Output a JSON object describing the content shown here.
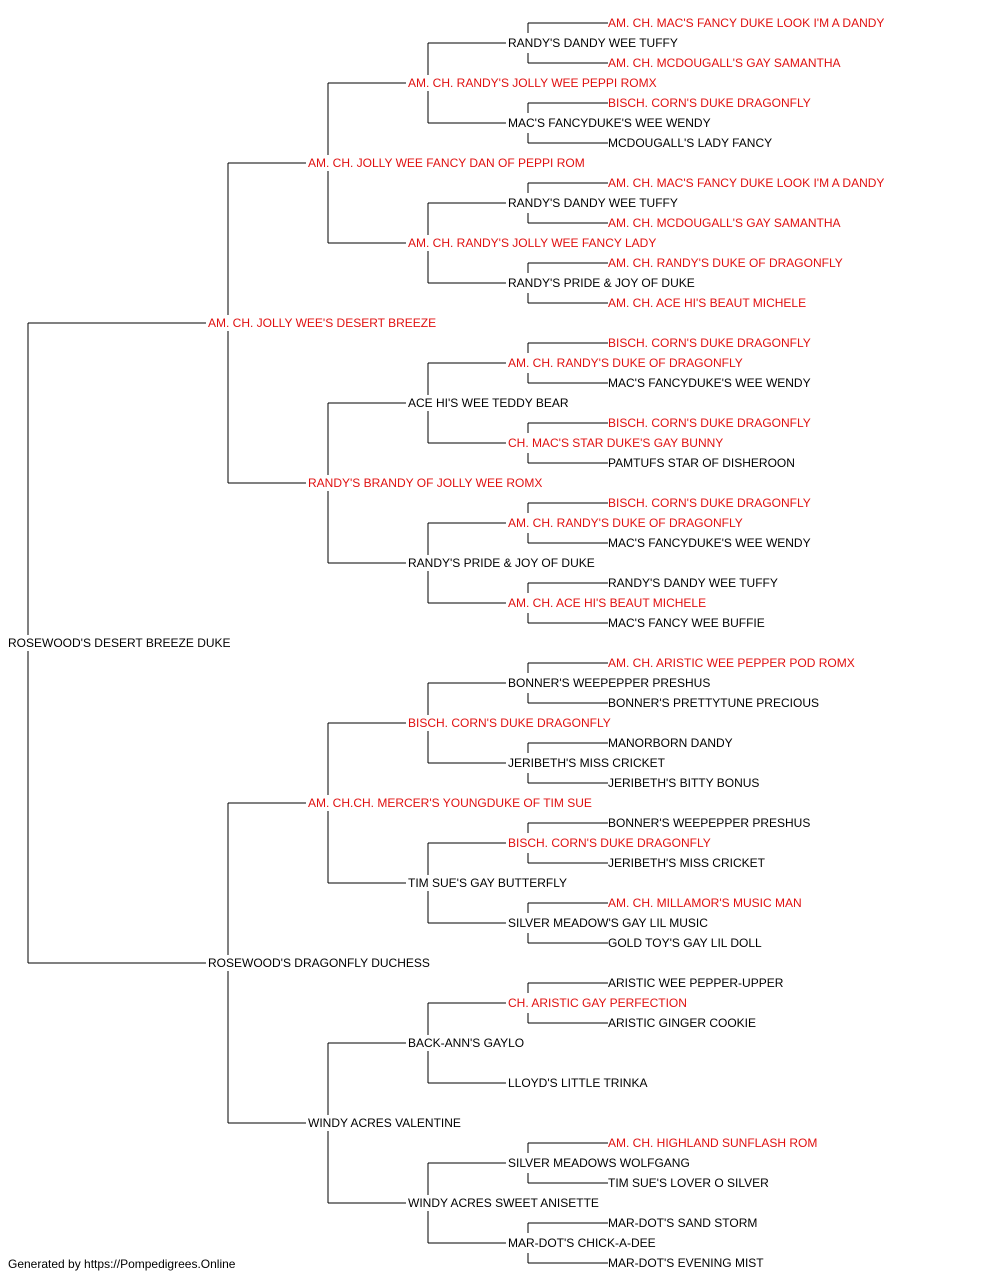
{
  "colors": {
    "champion": "#e01010",
    "normal": "#000000",
    "line": "#000000"
  },
  "pedigree": {
    "name": "ROSEWOOD'S DESERT BREEZE DUKE",
    "champion": false,
    "sire": {
      "name": "AM. CH. JOLLY WEE'S DESERT BREEZE",
      "champion": true,
      "sire": {
        "name": "AM. CH. JOLLY WEE FANCY DAN OF PEPPI ROM",
        "champion": true,
        "sire": {
          "name": "AM. CH. RANDY'S JOLLY WEE PEPPI ROMX",
          "champion": true,
          "sire": {
            "name": "RANDY'S DANDY WEE TUFFY",
            "champion": false,
            "sire": {
              "name": "AM. CH. MAC'S FANCY DUKE LOOK I'M A DANDY",
              "champion": true
            },
            "dam": {
              "name": "AM. CH. MCDOUGALL'S GAY SAMANTHA",
              "champion": true
            }
          },
          "dam": {
            "name": "MAC'S FANCYDUKE'S WEE WENDY",
            "champion": false,
            "sire": {
              "name": "BISCH. CORN'S DUKE DRAGONFLY",
              "champion": true
            },
            "dam": {
              "name": "MCDOUGALL'S LADY FANCY",
              "champion": false
            }
          }
        },
        "dam": {
          "name": "AM. CH. RANDY'S JOLLY WEE FANCY LADY",
          "champion": true,
          "sire": {
            "name": "RANDY'S DANDY WEE TUFFY",
            "champion": false,
            "sire": {
              "name": "AM. CH. MAC'S FANCY DUKE LOOK I'M A DANDY",
              "champion": true
            },
            "dam": {
              "name": "AM. CH. MCDOUGALL'S GAY SAMANTHA",
              "champion": true
            }
          },
          "dam": {
            "name": "RANDY'S PRIDE & JOY OF DUKE",
            "champion": false,
            "sire": {
              "name": "AM. CH. RANDY'S DUKE OF DRAGONFLY",
              "champion": true
            },
            "dam": {
              "name": "AM. CH. ACE HI'S BEAUT MICHELE",
              "champion": true
            }
          }
        }
      },
      "dam": {
        "name": "RANDY'S BRANDY OF JOLLY WEE ROMX",
        "champion": true,
        "sire": {
          "name": "ACE HI'S WEE TEDDY BEAR",
          "champion": false,
          "sire": {
            "name": "AM. CH. RANDY'S DUKE OF DRAGONFLY",
            "champion": true,
            "sire": {
              "name": "BISCH. CORN'S DUKE DRAGONFLY",
              "champion": true
            },
            "dam": {
              "name": "MAC'S FANCYDUKE'S WEE WENDY",
              "champion": false
            }
          },
          "dam": {
            "name": "CH. MAC'S STAR DUKE'S GAY BUNNY",
            "champion": true,
            "sire": {
              "name": "BISCH. CORN'S DUKE DRAGONFLY",
              "champion": true
            },
            "dam": {
              "name": "PAMTUFS STAR OF DISHEROON",
              "champion": false
            }
          }
        },
        "dam": {
          "name": "RANDY'S PRIDE & JOY OF DUKE",
          "champion": false,
          "sire": {
            "name": "AM. CH. RANDY'S DUKE OF DRAGONFLY",
            "champion": true,
            "sire": {
              "name": "BISCH. CORN'S DUKE DRAGONFLY",
              "champion": true
            },
            "dam": {
              "name": "MAC'S FANCYDUKE'S WEE WENDY",
              "champion": false
            }
          },
          "dam": {
            "name": "AM. CH. ACE HI'S BEAUT MICHELE",
            "champion": true,
            "sire": {
              "name": "RANDY'S DANDY WEE TUFFY",
              "champion": false
            },
            "dam": {
              "name": "MAC'S FANCY WEE BUFFIE",
              "champion": false
            }
          }
        }
      }
    },
    "dam": {
      "name": "ROSEWOOD'S DRAGONFLY DUCHESS",
      "champion": false,
      "sire": {
        "name": "AM. CH.CH. MERCER'S YOUNGDUKE OF TIM SUE",
        "champion": true,
        "sire": {
          "name": "BISCH. CORN'S DUKE DRAGONFLY",
          "champion": true,
          "sire": {
            "name": "BONNER'S WEEPEPPER PRESHUS",
            "champion": false,
            "sire": {
              "name": "AM. CH. ARISTIC WEE PEPPER POD ROMX",
              "champion": true
            },
            "dam": {
              "name": "BONNER'S PRETTYTUNE PRECIOUS",
              "champion": false
            }
          },
          "dam": {
            "name": "JERIBETH'S MISS CRICKET",
            "champion": false,
            "sire": {
              "name": "MANORBORN DANDY",
              "champion": false
            },
            "dam": {
              "name": "JERIBETH'S BITTY BONUS",
              "champion": false
            }
          }
        },
        "dam": {
          "name": "TIM SUE'S GAY BUTTERFLY",
          "champion": false,
          "sire": {
            "name": "BISCH. CORN'S DUKE DRAGONFLY",
            "champion": true,
            "sire": {
              "name": "BONNER'S WEEPEPPER PRESHUS",
              "champion": false
            },
            "dam": {
              "name": "JERIBETH'S MISS CRICKET",
              "champion": false
            }
          },
          "dam": {
            "name": "SILVER MEADOW'S GAY LIL MUSIC",
            "champion": false,
            "sire": {
              "name": "AM. CH. MILLAMOR'S MUSIC MAN",
              "champion": true
            },
            "dam": {
              "name": "GOLD TOY'S GAY LIL DOLL",
              "champion": false
            }
          }
        }
      },
      "dam": {
        "name": "WINDY ACRES VALENTINE",
        "champion": false,
        "sire": {
          "name": "BACK-ANN'S GAYLO",
          "champion": false,
          "sire": {
            "name": "CH. ARISTIC GAY PERFECTION",
            "champion": true,
            "sire": {
              "name": "ARISTIC WEE PEPPER-UPPER",
              "champion": false
            },
            "dam": {
              "name": "ARISTIC GINGER COOKIE",
              "champion": false
            }
          },
          "dam": {
            "name": "LLOYD'S LITTLE TRINKA",
            "champion": false
          }
        },
        "dam": {
          "name": "WINDY ACRES SWEET ANISETTE",
          "champion": false,
          "sire": {
            "name": "SILVER MEADOWS WOLFGANG",
            "champion": false,
            "sire": {
              "name": "AM. CH. HIGHLAND SUNFLASH ROM",
              "champion": true
            },
            "dam": {
              "name": "TIM SUE'S LOVER O SILVER",
              "champion": false
            }
          },
          "dam": {
            "name": "MAR-DOT'S CHICK-A-DEE",
            "champion": false,
            "sire": {
              "name": "MAR-DOT'S SAND STORM",
              "champion": false
            },
            "dam": {
              "name": "MAR-DOT'S EVENING MIST",
              "champion": false
            }
          }
        }
      }
    }
  },
  "footer": "Generated by https://Pompedigrees.Online"
}
